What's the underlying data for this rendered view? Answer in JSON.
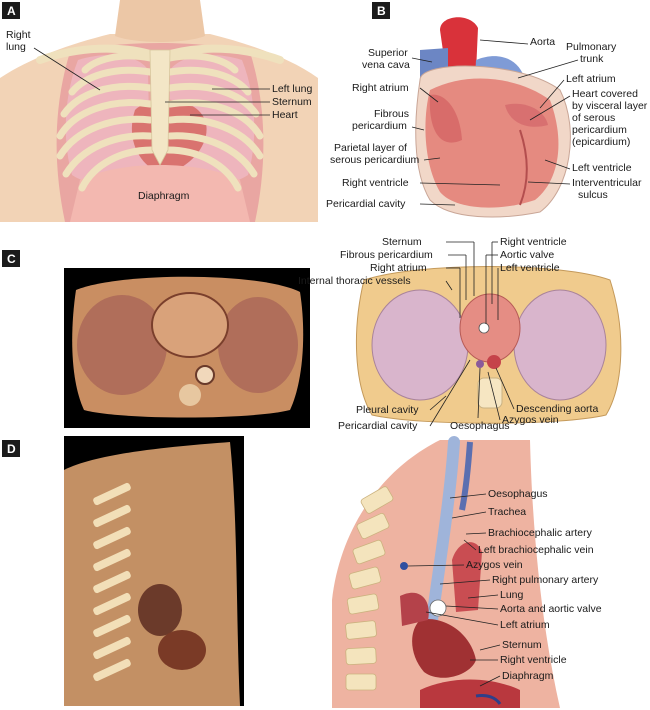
{
  "panels": {
    "a": {
      "badge": "A"
    },
    "b": {
      "badge": "B"
    },
    "c": {
      "badge": "C"
    },
    "d": {
      "badge": "D"
    }
  },
  "labels_a": {
    "right_lung_1": "Right",
    "right_lung_2": "lung",
    "left_lung": "Left lung",
    "sternum": "Sternum",
    "heart": "Heart",
    "diaphragm": "Diaphragm"
  },
  "labels_b": {
    "svc_1": "Superior",
    "svc_2": "vena cava",
    "aorta": "Aorta",
    "pulm_1": "Pulmonary",
    "pulm_2": "trunk",
    "right_atrium": "Right atrium",
    "left_atrium": "Left atrium",
    "fibrous_1": "Fibrous",
    "fibrous_2": "pericardium",
    "heart_cov_1": "Heart covered",
    "heart_cov_2": "by visceral layer",
    "heart_cov_3": "of serous",
    "heart_cov_4": "pericardium",
    "heart_cov_5": "(epicardium)",
    "parietal_1": "Parietal layer of",
    "parietal_2": "serous pericardium",
    "left_ventricle": "Left ventricle",
    "right_ventricle": "Right ventricle",
    "interv_1": "Interventricular",
    "interv_2": "sulcus",
    "pericardial_cavity": "Pericardial cavity"
  },
  "labels_c": {
    "sternum": "Sternum",
    "fibrous": "Fibrous pericardium",
    "right_atrium": "Right atrium",
    "internal_thoracic": "Internal thoracic vessels",
    "right_ventricle": "Right ventricle",
    "aortic_valve": "Aortic valve",
    "left_ventricle": "Left ventricle",
    "pleural_cavity": "Pleural cavity",
    "pericardial_cavity": "Pericardial cavity",
    "oesophagus": "Oesophagus",
    "descending_aorta": "Descending aorta",
    "azygos": "Azygos vein"
  },
  "labels_d": {
    "oesophagus": "Oesophagus",
    "trachea": "Trachea",
    "brachiocephalic_artery": "Brachiocephalic artery",
    "left_brachiocephalic_vein": "Left brachiocephalic vein",
    "azygos": "Azygos vein",
    "right_pulmonary_artery": "Right pulmonary artery",
    "lung": "Lung",
    "aorta_valve": "Aorta and aortic valve",
    "left_atrium": "Left atrium",
    "sternum": "Sternum",
    "right_ventricle": "Right ventricle",
    "diaphragm": "Diaphragm"
  }
}
